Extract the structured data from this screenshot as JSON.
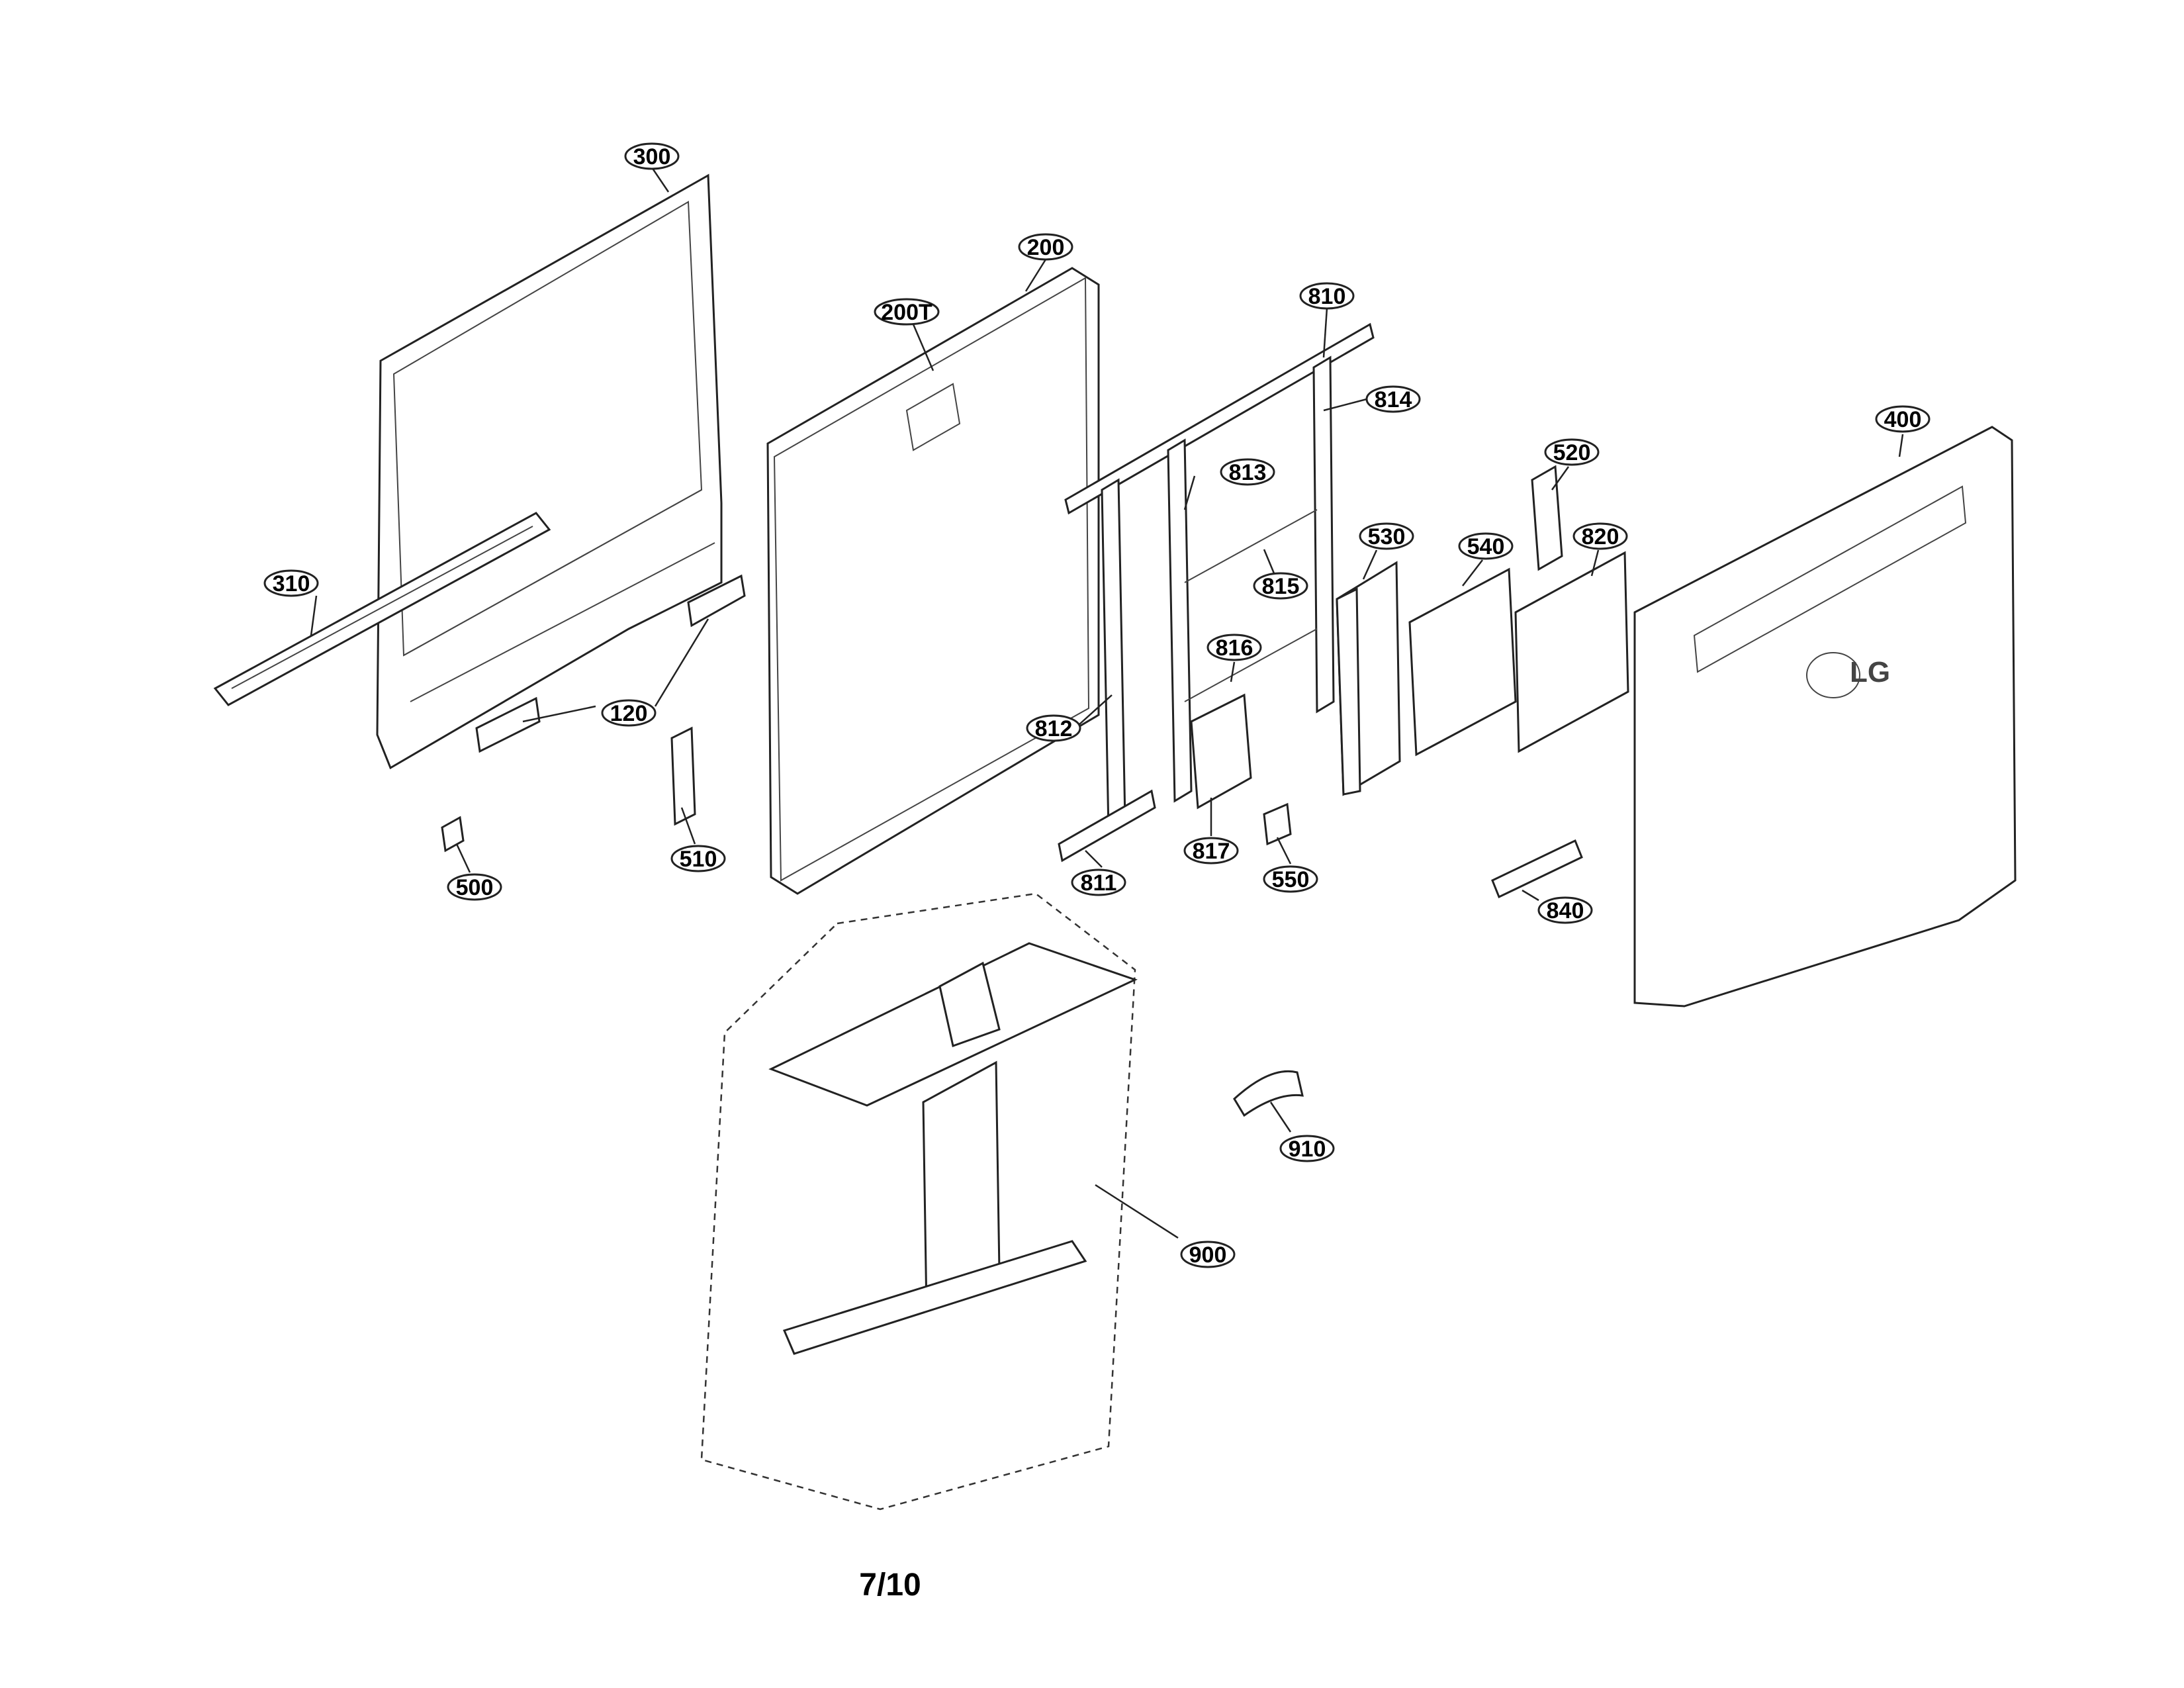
{
  "diagram": {
    "colors": {
      "ink": "#222222",
      "paper": "#ffffff"
    },
    "callouts": [
      "300",
      "200",
      "200T",
      "810",
      "814",
      "813",
      "520",
      "400",
      "310",
      "530",
      "540",
      "820",
      "815",
      "816",
      "120",
      "812",
      "500",
      "510",
      "811",
      "817",
      "550",
      "840",
      "910",
      "900"
    ],
    "logo_text": "LG",
    "page_number": "7/10"
  }
}
